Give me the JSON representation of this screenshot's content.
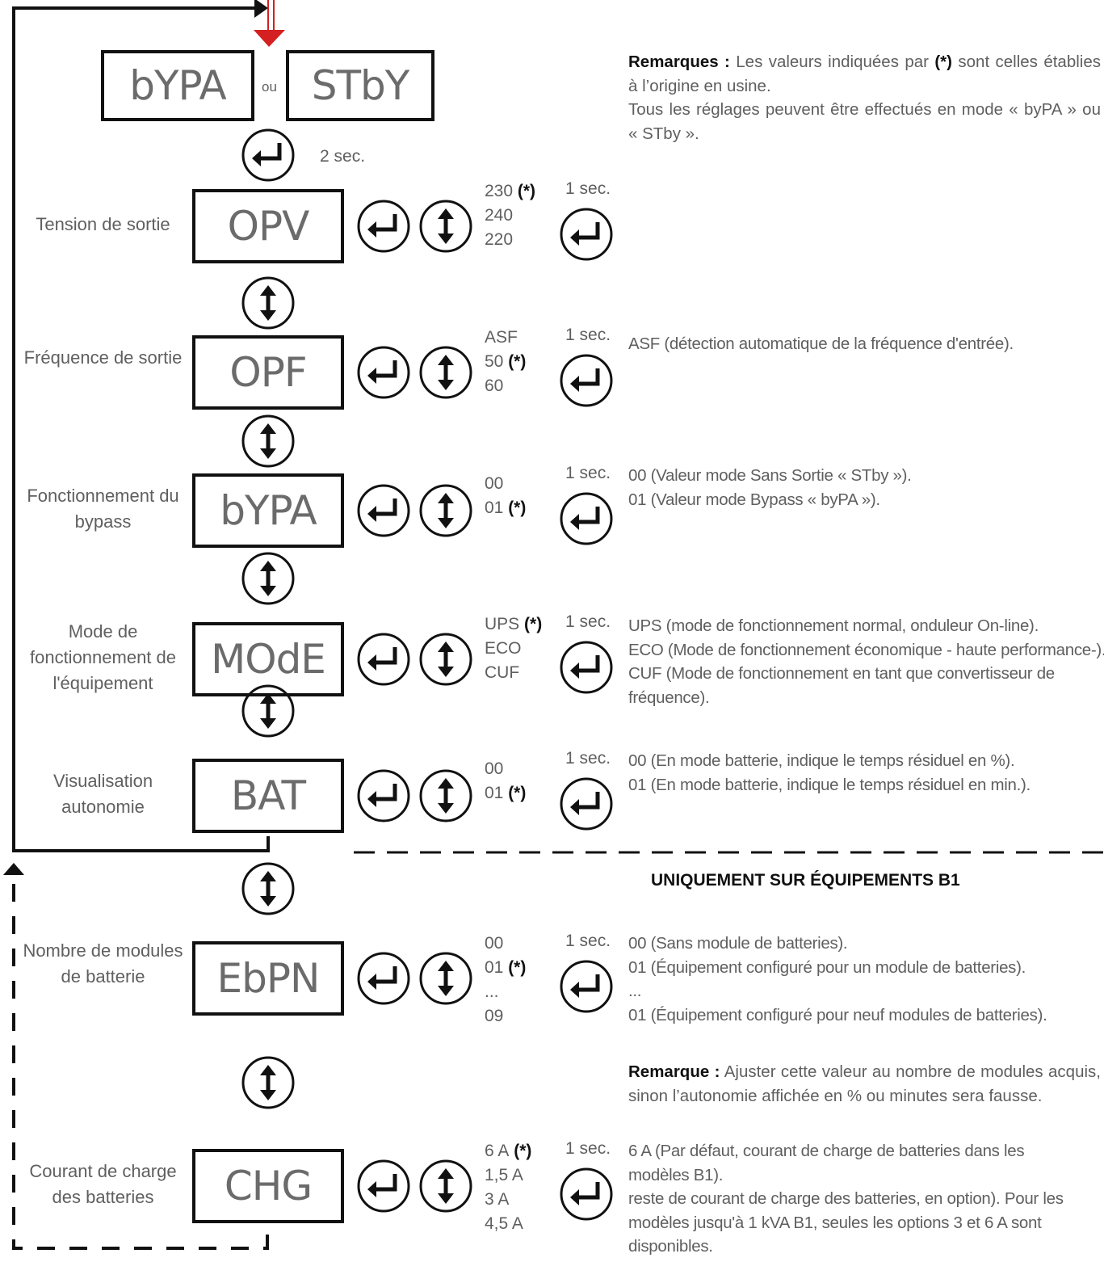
{
  "top": {
    "left_display": "bYPA",
    "or_word": "ou",
    "right_display": "STbY",
    "hold_time": "2 sec."
  },
  "notes": {
    "bold": "Remarques :",
    "text": "Les valeurs indiquées par",
    "star": "(*)",
    "text2": "sont celles établies à l’origine en usine.",
    "line2": "Tous les réglages peuvent être effectués en mode « byPA » ou « STby »."
  },
  "rows": [
    {
      "name": "tension",
      "label": "Tension de sortie",
      "display": "OPV",
      "hold": "1 sec.",
      "options": [
        {
          "v": "230",
          "d": true
        },
        {
          "v": "240",
          "d": false
        },
        {
          "v": "220",
          "d": false
        }
      ],
      "desc": []
    },
    {
      "name": "frequence",
      "label": "Fréquence de sortie",
      "display": "OPF",
      "hold": "1 sec.",
      "options": [
        {
          "v": "ASF",
          "d": false
        },
        {
          "v": "50",
          "d": true
        },
        {
          "v": "60",
          "d": false
        }
      ],
      "desc": [
        "ASF (détection automatique de la fréquence d'entrée)."
      ]
    },
    {
      "name": "bypass",
      "label": "Fonctionnement du bypass",
      "display": "bYPA",
      "hold": "1 sec.",
      "options": [
        {
          "v": "00",
          "d": false
        },
        {
          "v": "01",
          "d": true
        }
      ],
      "desc": [
        "00 (Valeur mode Sans Sortie « STby »).",
        "01 (Valeur mode Bypass « byPA »)."
      ]
    },
    {
      "name": "mode",
      "label": "Mode de fonctionnement de l'équipement",
      "display": "MOdE",
      "hold": "1 sec.",
      "options": [
        {
          "v": "UPS",
          "d": true
        },
        {
          "v": "ECO",
          "d": false
        },
        {
          "v": "CUF",
          "d": false
        }
      ],
      "desc": [
        "UPS (mode de fonctionnement normal, onduleur On-line).",
        "ECO (Mode de fonctionnement économique - haute performance-).",
        "CUF (Mode de fonctionnement en tant que convertisseur de",
        "fréquence)."
      ]
    },
    {
      "name": "autonomie",
      "label": "Visualisation autonomie",
      "display": "BAT",
      "hold": "1 sec.",
      "options": [
        {
          "v": "00",
          "d": false
        },
        {
          "v": "01",
          "d": true
        }
      ],
      "desc": [
        "00 (En mode batterie, indique le temps résiduel en %).",
        "01 (En mode batterie, indique le temps résiduel en min.)."
      ]
    },
    {
      "name": "modules",
      "label": "Nombre de modules de batterie",
      "display": "EbPN",
      "hold": "1 sec.",
      "options": [
        {
          "v": "00",
          "d": false
        },
        {
          "v": "01",
          "d": true
        },
        {
          "v": "...",
          "d": false
        },
        {
          "v": "09",
          "d": false
        }
      ],
      "desc": [
        "00 (Sans module de batteries).",
        "01 (Équipement configuré pour un module de batteries).",
        "...",
        "01 (Équipement configuré pour neuf modules de batteries)."
      ]
    },
    {
      "name": "charge",
      "label": "Courant de charge des batteries",
      "display": "CHG",
      "hold": "1 sec.",
      "options": [
        {
          "v": "6 A",
          "d": true
        },
        {
          "v": "1,5 A",
          "d": false
        },
        {
          "v": "3 A",
          "d": false
        },
        {
          "v": "4,5 A",
          "d": false
        }
      ],
      "desc": [
        "6 A (Par défaut, courant de charge de batteries dans les",
        "modèles B1).",
        "reste de courant de charge des batteries, en option). Pour les",
        "modèles jusqu'à 1 kVA B1, seules les options 3 et 6 A sont",
        "disponibles."
      ]
    }
  ],
  "default_marker": "(*)",
  "b1_heading": "UNIQUEMENT SUR ÉQUIPEMENTS B1",
  "remark2": {
    "bold": "Remarque :",
    "text": "Ajuster cette valeur au nombre de modules acquis, sinon l’autonomie affichée en % ou minutes sera fausse."
  },
  "colors": {
    "ink": "#111111",
    "text": "#5f5f5f",
    "arrow_red": "#d42020"
  }
}
